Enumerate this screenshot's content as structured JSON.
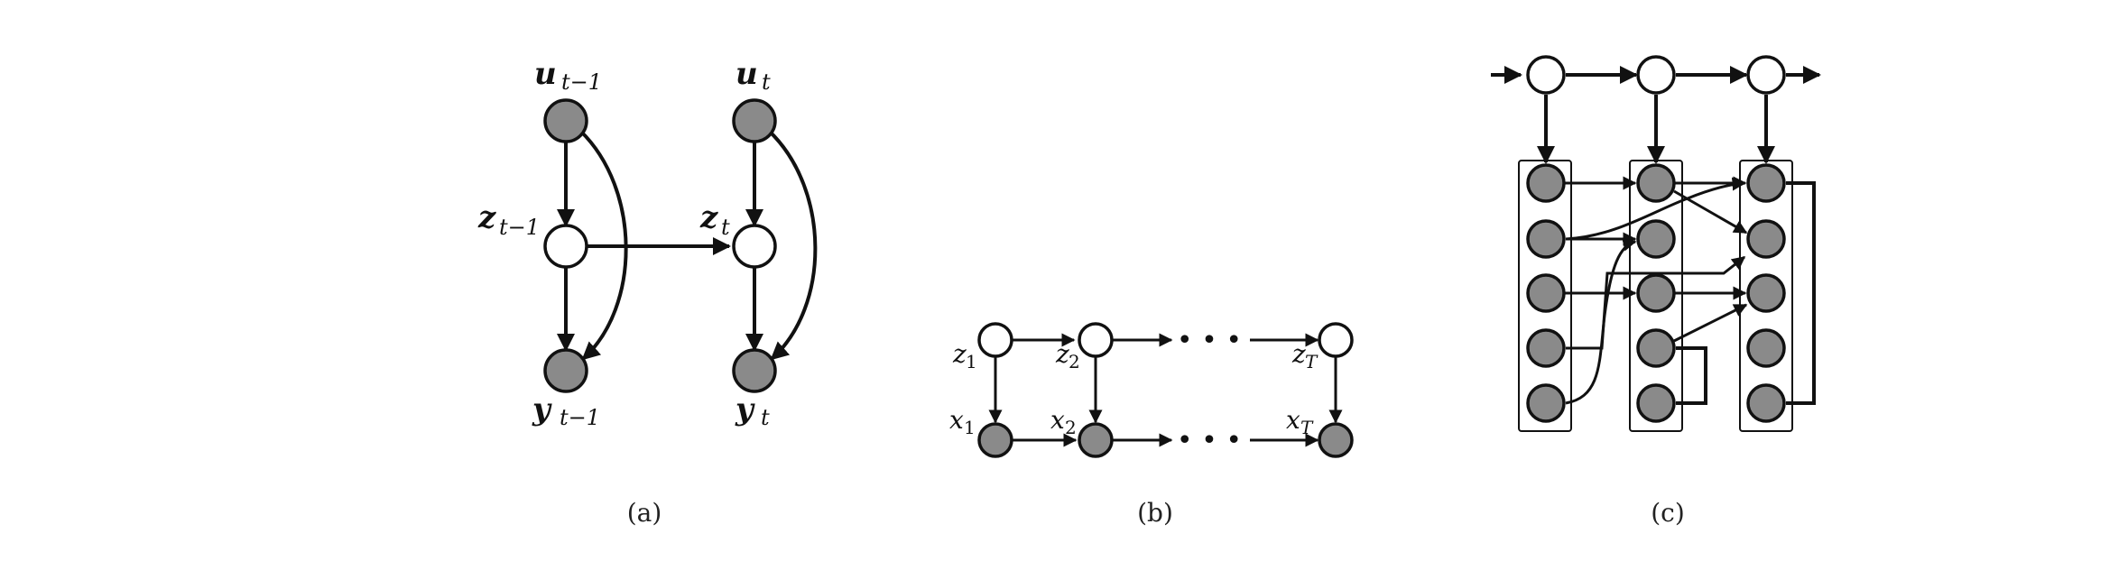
{
  "panels": {
    "a": {
      "caption": "(a)",
      "labels": {
        "u_prev": "u",
        "u_prev_sub": "t−1",
        "u_cur": "u",
        "u_cur_sub": "t",
        "z_prev": "z",
        "z_prev_sub": "t−1",
        "z_cur": "z",
        "z_cur_sub": "t",
        "y_prev": "y",
        "y_prev_sub": "t−1",
        "y_cur": "y",
        "y_cur_sub": "t"
      }
    },
    "b": {
      "caption": "(b)",
      "labels": {
        "z1": "z",
        "z1_sub": "1",
        "z2": "z",
        "z2_sub": "2",
        "zT": "z",
        "zT_sub": "T",
        "x1": "x",
        "x1_sub": "1",
        "x2": "x",
        "x2_sub": "2",
        "xT": "x",
        "xT_sub": "T"
      },
      "ellipsis": "• • •"
    },
    "c": {
      "caption": "(c)"
    }
  },
  "colors": {
    "observed": "#8a8a8a",
    "latent": "#ffffff",
    "stroke": "#111111"
  }
}
